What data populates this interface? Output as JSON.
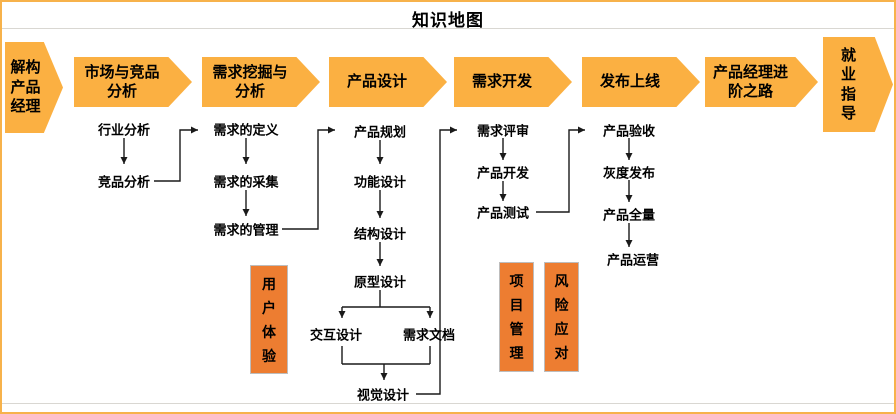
{
  "title": "知识地图",
  "stages": [
    {
      "id": "deconstruct-pm",
      "label": "解构产品经理"
    },
    {
      "id": "market-competitor",
      "label": "市场与竞品分析"
    },
    {
      "id": "req-mining",
      "label": "需求挖掘与分析"
    },
    {
      "id": "product-design",
      "label": "产品设计"
    },
    {
      "id": "req-development",
      "label": "需求开发"
    },
    {
      "id": "release-launch",
      "label": "发布上线"
    },
    {
      "id": "pm-advanced-path",
      "label": "产品经理进阶之路"
    },
    {
      "id": "career-guidance",
      "label": "就业指导"
    }
  ],
  "nodes": {
    "industry_analysis": "行业分析",
    "competitor_analysis": "竞品分析",
    "req_definition": "需求的定义",
    "req_collection": "需求的采集",
    "req_management": "需求的管理",
    "product_planning": "产品规划",
    "function_design": "功能设计",
    "structure_design": "结构设计",
    "prototype_design": "原型设计",
    "interaction_design": "交互设计",
    "req_document": "需求文档",
    "visual_design": "视觉设计",
    "req_review": "需求评审",
    "product_dev": "产品开发",
    "product_test": "产品测试",
    "product_acceptance": "产品验收",
    "gray_release": "灰度发布",
    "product_full": "产品全量",
    "product_operation": "产品运营"
  },
  "badges": {
    "user_experience": "用户体验",
    "project_management": "项目管理",
    "risk_response": "风险应对"
  },
  "colors": {
    "arrow_fill": "#FBB042",
    "badge_fill": "#ED7D31",
    "page_border": "#F7B24B",
    "line": "#1a1a1a",
    "text": "#000000"
  }
}
